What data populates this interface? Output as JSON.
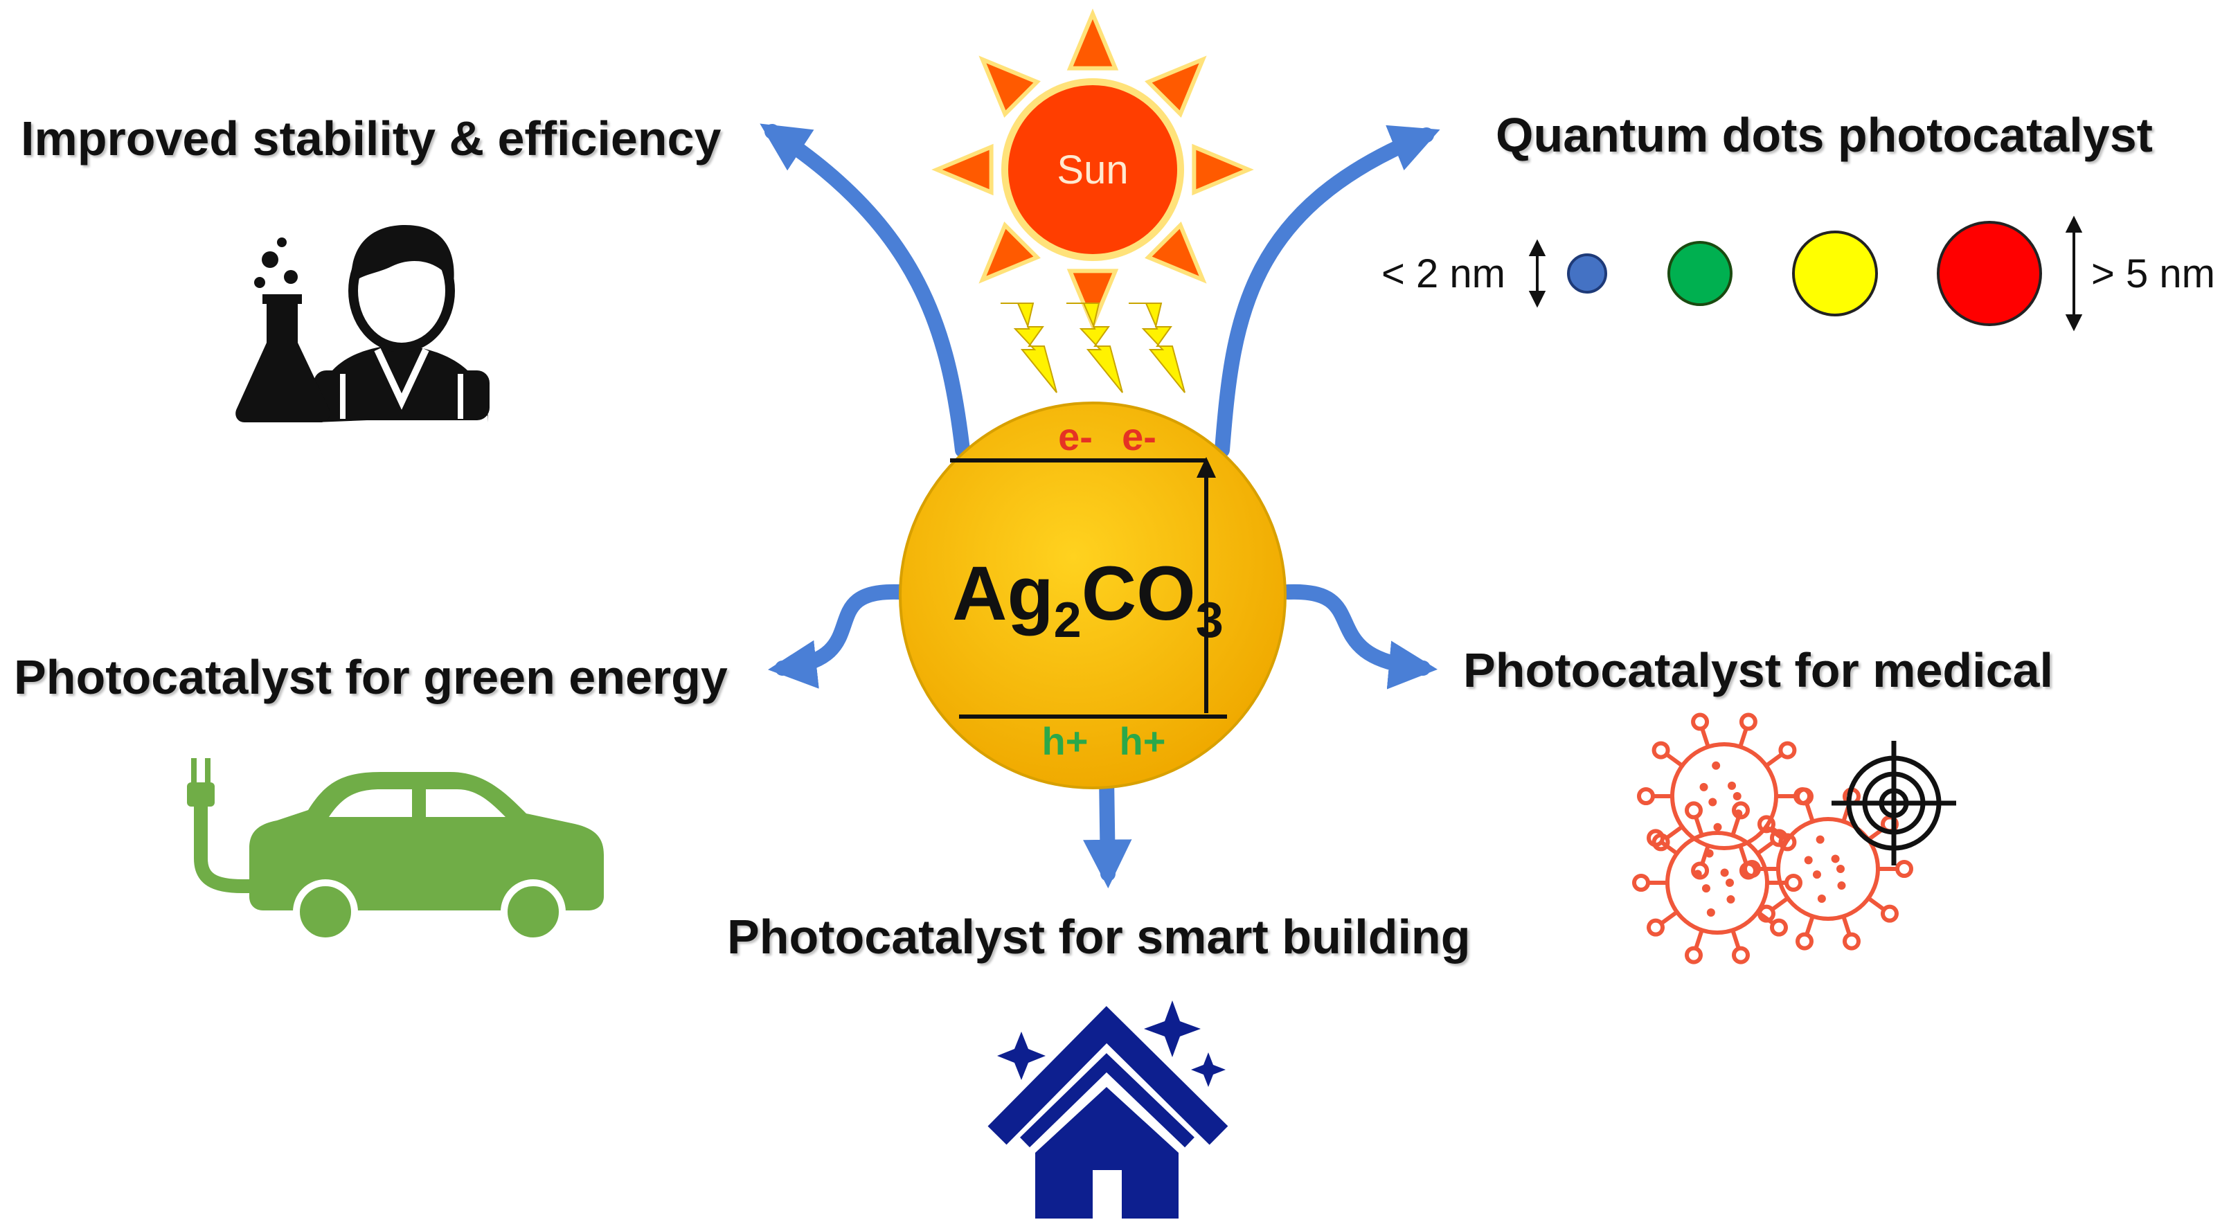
{
  "center": {
    "formula_base": "Ag",
    "formula_sub1": "2",
    "formula_mid": "CO",
    "formula_sub2": "3",
    "electron_label": "e-",
    "hole_label": "h+",
    "fill_color": "#FFC000",
    "electron_color": "#E53224",
    "hole_color": "#2BA84A"
  },
  "sun": {
    "label": "Sun",
    "body_color": "#FF3E00",
    "ray_color": "#FF5A00",
    "bolt_color": "#FFF200"
  },
  "arrow_color": "#4A7FD6",
  "labels": {
    "top_left": "Improved stability & efficiency",
    "top_right": "Quantum dots photocatalyst",
    "mid_left": "Photocatalyst for green energy",
    "mid_right": "Photocatalyst for medical",
    "bottom": "Photocatalyst for smart building"
  },
  "quantum_dots": {
    "small_label": "< 2 nm",
    "large_label": "> 5 nm",
    "dots": [
      {
        "name": "blue",
        "color": "#4472C4"
      },
      {
        "name": "green",
        "color": "#00B050"
      },
      {
        "name": "yellow",
        "color": "#FFFF00"
      },
      {
        "name": "red",
        "color": "#FF0000"
      }
    ]
  },
  "icons": {
    "scientist": "scientist-flask-icon",
    "car": "electric-car-icon",
    "virus": "virus-target-icon",
    "house": "smart-house-icon",
    "car_color": "#70AD47",
    "virus_color": "#F0573A",
    "house_color": "#0D1F8F"
  }
}
